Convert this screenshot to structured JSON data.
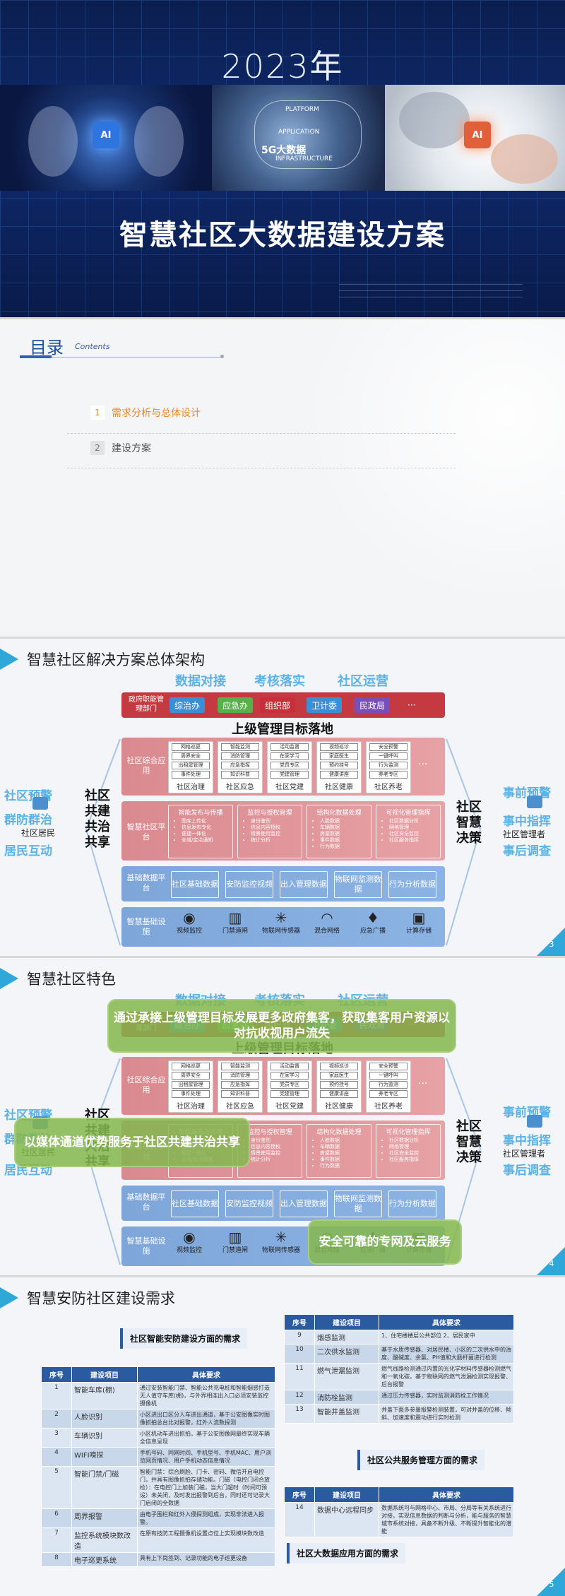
{
  "slide1": {
    "year": "2023年",
    "title": "智慧社区大数据建设方案",
    "photo_chip_left": "AI",
    "photo_chip_right": "AI",
    "photo_middle_words": [
      "PLATFORM",
      "APPLICATION",
      "INFRASTRUCTURE",
      "5G大数据"
    ]
  },
  "slide2": {
    "title": "目录",
    "subtitle": "Contents",
    "items": [
      {
        "num": "1",
        "label": "需求分析与总体设计"
      },
      {
        "num": "2",
        "label": "建设方案"
      }
    ]
  },
  "arch": {
    "top_tags": [
      "数据对接",
      "考核落实",
      "社区运营"
    ],
    "gov_label": "政府职能管理部门",
    "gov_pills": [
      "综治办",
      "应急办",
      "组织部",
      "卫计委",
      "民政局",
      "···"
    ],
    "gov_colors": [
      "#3b8fd6",
      "#58b04a",
      "#c7303a",
      "#3b8fd6",
      "#7a4fb5"
    ],
    "mid_title": "上级管理目标落地",
    "apps_label": "社区综合应用",
    "apps": [
      {
        "lines": [
          "网格巡更",
          "周界安全",
          "出租屋管理",
          "事件处理"
        ],
        "cap": "社区治理"
      },
      {
        "lines": [
          "智能监测",
          "消防管理",
          "应急指挥",
          "知识科普"
        ],
        "cap": "社区应急"
      },
      {
        "lines": [
          "活动监督",
          "在家学习",
          "党员专区",
          "党建管理"
        ],
        "cap": "社区党建"
      },
      {
        "lines": [
          "视频巡诊",
          "家庭医生",
          "预约挂号",
          "健康讲座"
        ],
        "cap": "社区健康"
      },
      {
        "lines": [
          "安全预警",
          "一键呼叫",
          "行为监测",
          "养老专区"
        ],
        "cap": "社区养老"
      }
    ],
    "platform_label": "智慧社区平台",
    "platforms": [
      {
        "title": "智能发布与传播",
        "items": [
          "图库上传化",
          "信息发布专化",
          "便捷一体化",
          "全域/定点通知"
        ]
      },
      {
        "title": "监控与授权管理",
        "items": [
          "身份鉴别",
          "信息内容授权",
          "情景使用监控",
          "统计分析"
        ]
      },
      {
        "title": "结构化数据处理",
        "items": [
          "人脸数据",
          "车辆数据",
          "房屋数据",
          "事件数据",
          "行为数据"
        ]
      },
      {
        "title": "可视化管理指挥",
        "items": [
          "社区数据分析",
          "网格管理",
          "社区安全监控",
          "社区服务指挥"
        ]
      }
    ],
    "data_label": "基础数据平台",
    "data_boxes": [
      "社区基础数据",
      "安防监控视频",
      "出入管理数据",
      "物联网监测数据",
      "行为分析数据"
    ],
    "infra_label": "智慧基础设施",
    "infra": [
      {
        "icon": "camera-icon",
        "glyph": "◉",
        "label": "视频监控"
      },
      {
        "icon": "gate-icon",
        "glyph": "▥",
        "label": "门禁道闸"
      },
      {
        "icon": "iot-icon",
        "glyph": "✳",
        "label": "物联网传感器"
      },
      {
        "icon": "wifi-icon",
        "glyph": "◠",
        "label": "混合网络"
      },
      {
        "icon": "mic-icon",
        "glyph": "♦",
        "label": "应急广播"
      },
      {
        "icon": "box-icon",
        "glyph": "▣",
        "label": "计算存储"
      }
    ],
    "left_big": "社区共建共治共享",
    "left_tags": [
      "社区预警",
      "群防群治",
      "居民互动"
    ],
    "left_person": "社区居民",
    "right_big": "社区智慧决策",
    "right_tags": [
      "事前预警",
      "事中指挥",
      "事后调查"
    ],
    "right_person": "社区管理者"
  },
  "slide3": {
    "title": "智慧社区解决方案总体架构",
    "page": "3"
  },
  "slide4": {
    "title": "智慧社区特色",
    "page": "4",
    "callout_top": "通过承接上级管理目标发展更多政府集客，获取集客用户资源以对抗收视用户流失",
    "callout_left": "以媒体通道优势服务于社区共建共治共享",
    "callout_right": "安全可靠的专网及云服务"
  },
  "slide5": {
    "title": "智慧安防社区建设需求",
    "page": "5",
    "sec_a": "社区智能安防建设方面的需求",
    "sec_b": "社区公共服务管理方面的需求",
    "sec_c": "社区大数据应用方面的需求",
    "headers": [
      "序号",
      "建设项目",
      "具体要求"
    ],
    "table_left": [
      {
        "n": "1",
        "item": "智能车库(棚)",
        "req": "通过安装智能门禁、智能公共充电桩和智能烟感打造无人值守车库(棚)，与外界相连出入口必须安装监控摄像机"
      },
      {
        "n": "2",
        "item": "人脸识别",
        "req": "小区进出口区分人车进出通道，基于公安图像实时图像抓拍总台比对报警，红外人流数探测"
      },
      {
        "n": "3",
        "item": "车辆识别",
        "req": "小区机动车进出抓拍，基于公安图像网最终实现车辆全信息呈现"
      },
      {
        "n": "4",
        "item": "WIFI嗅探",
        "req": "手机号码、同网时间、手机型号、手机MAC、用户浏览网页情况、用户手机动态信息情况"
      },
      {
        "n": "5",
        "item": "智能门禁/门磁",
        "req": "智能门禁：综合刷脸、门卡、密码、微信开启电控门，并具有图像抓拍存储功能。门磁（电控门闭合放检）：在电控门上加装门磁，当大门超时（时间可预设）未关闭，及时发出报警到后台，同时还可记录大门启闭的全数据"
      },
      {
        "n": "6",
        "item": "周界报警",
        "req": "由电子围栏和红外入侵探测组成，实现非法进入报警。"
      },
      {
        "n": "7",
        "item": "监控系统模块数改造",
        "req": "在原有技防工程摄像机设置点位上实现模块数改造"
      },
      {
        "n": "8",
        "item": "电子巡更系统",
        "req": "具有上下岗签到、记录功能的电子巡更设备"
      }
    ],
    "table_right": [
      {
        "n": "9",
        "item": "烟感监测",
        "req": "1、住宅楼楼层公共部位 2、居民家中"
      },
      {
        "n": "10",
        "item": "二次供水监测",
        "req": "基于水质传感器、对居民楼、小区的二次供水中的浊度、酸碱度、余氯、PH值和大肠杆菌进行检测"
      },
      {
        "n": "11",
        "item": "燃气泄漏监测",
        "req": "燃气线路检测通过内置的光化学材料传感器检测燃气和一氧化碳，基于物联网的燃气泄漏检测实现报警、后台报警"
      },
      {
        "n": "12",
        "item": "消防栓监测",
        "req": "通过压力传感器，实时监测消防栓工作情况"
      },
      {
        "n": "13",
        "item": "智能井盖监测",
        "req": "井盖下面多参量报警检测装置，可对井盖的位移、倾斜、加速度和震动进行实时检测"
      }
    ],
    "table_bottom": [
      {
        "n": "14",
        "item": "数据中心远程同步",
        "req": "数据系统可与网格中心、市局、分局等有关系统进行对接，实现信息数据的判断与分析，能与服务的智慧城市系统对接，具备不断升级、不断提升智能化的潜能"
      }
    ]
  }
}
